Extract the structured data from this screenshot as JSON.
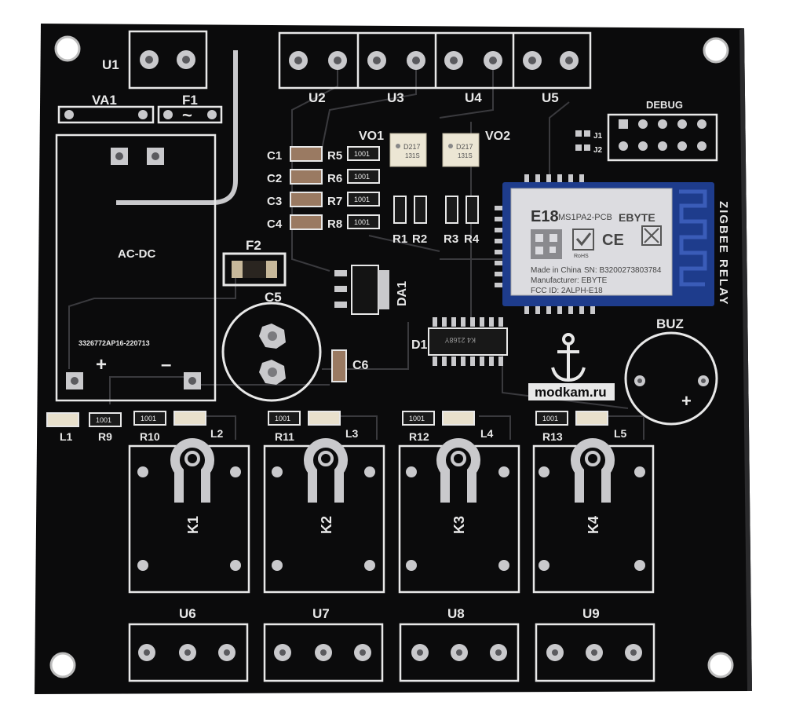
{
  "board": {
    "title": "ZIGBEE RELAY",
    "watermark": "modkam.ru",
    "colors": {
      "mask": "#0b0b0c",
      "silk": "#e8e8e8",
      "copper": "#c9c9cc",
      "module": "#1e3c8c"
    }
  },
  "labels": {
    "u1": "U1",
    "va1": "VA1",
    "f1": "F1",
    "f1_symbol": "~",
    "u2": "U2",
    "u3": "U3",
    "u4": "U4",
    "u5": "U5",
    "debug": "DEBUG",
    "j1": "J1",
    "j2": "J2",
    "vo1": "VO1",
    "vo2": "VO2",
    "c1": "C1",
    "c2": "C2",
    "c3": "C3",
    "c4": "C4",
    "r5": "R5",
    "r6": "R6",
    "r7": "R7",
    "r8": "R8",
    "r1": "R1",
    "r2": "R2",
    "r3": "R3",
    "r4": "R4",
    "acdc": "AC-DC",
    "acdc_code": "3326772AP16-220713",
    "plus": "+",
    "minus": "–",
    "f2": "F2",
    "c5": "C5",
    "c6": "C6",
    "da1": "DA1",
    "d1": "D1",
    "buz": "BUZ",
    "buz_plus": "+",
    "l1": "L1",
    "r9": "R9",
    "r10": "R10",
    "l2": "L2",
    "r11": "R11",
    "l3": "L3",
    "r12": "R12",
    "l4": "L4",
    "r13": "R13",
    "l5": "L5",
    "k1": "K1",
    "k2": "K2",
    "k3": "K3",
    "k4": "K4",
    "u6": "U6",
    "u7": "U7",
    "u8": "U8",
    "u9": "U9",
    "optocoupler_mark": "D217",
    "optocoupler_code": "131S",
    "resistor_code": "1001",
    "ic_code": "K4 2168Y"
  },
  "module": {
    "name": "E18",
    "model": "MS1PA2-PCB",
    "brand": "EBYTE",
    "cert_rohs": "RoHS",
    "cert_ce": "CE",
    "made_in": "Made in China",
    "sn": "SN: B3200273803784",
    "manufacturer": "Manufacturer: EBYTE",
    "fcc": "FCC ID: 2ALPH-E18"
  }
}
